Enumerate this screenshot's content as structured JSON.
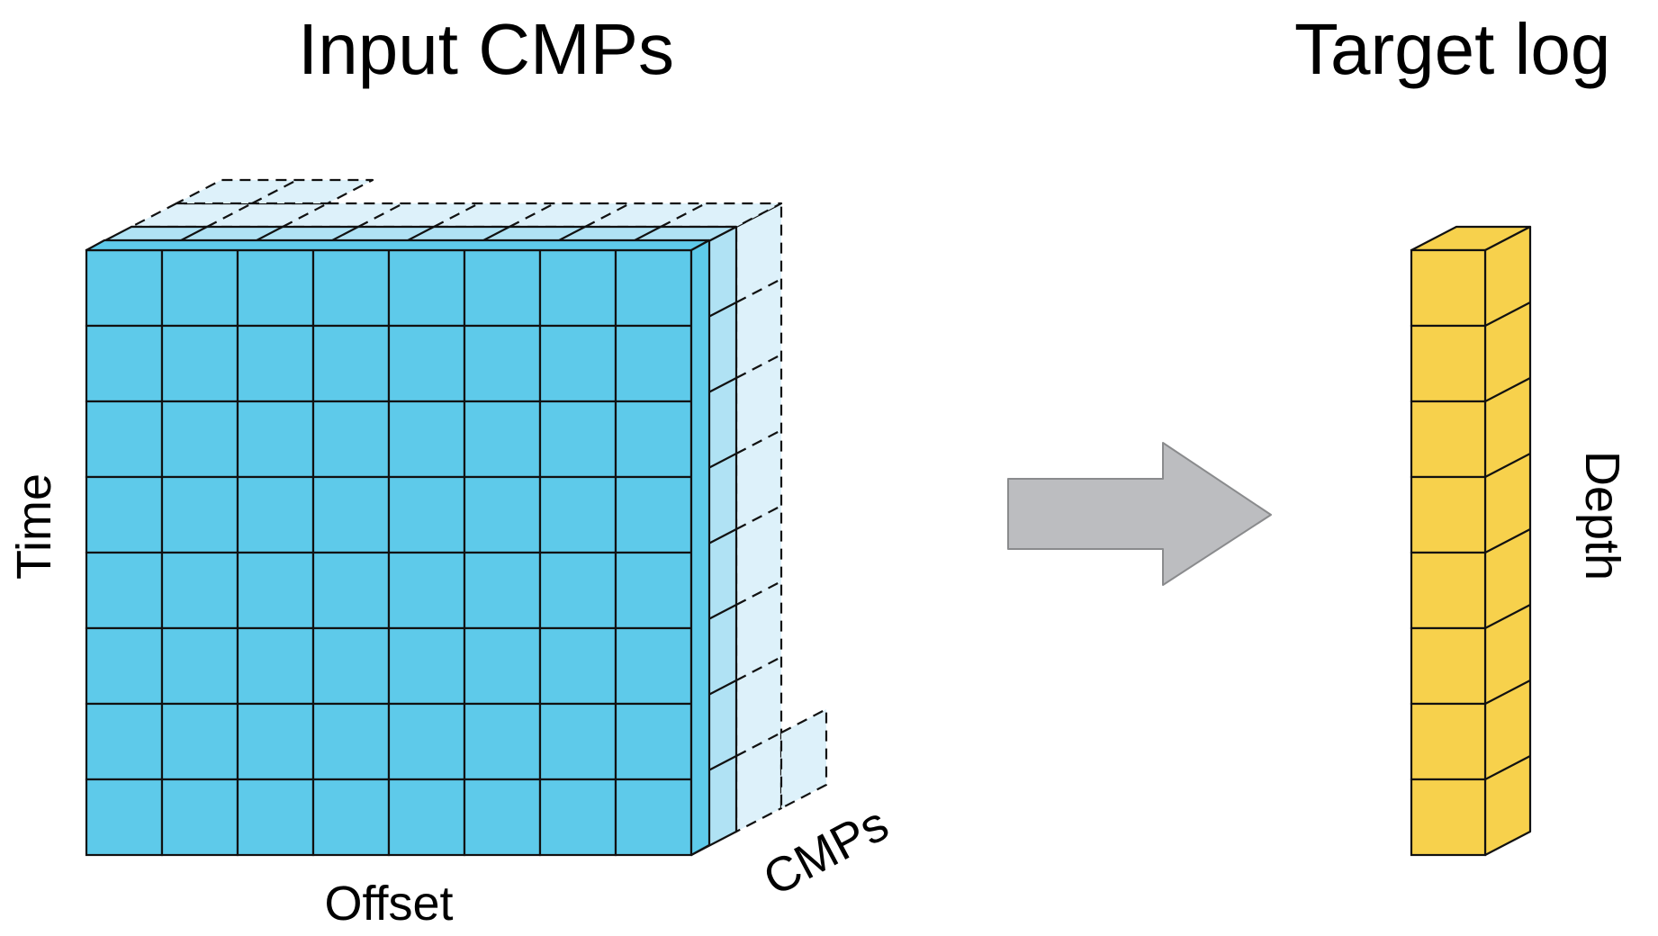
{
  "titles": {
    "left": "Input CMPs",
    "right": "Target log"
  },
  "labels": {
    "time": "Time",
    "offset": "Offset",
    "cmps": "CMPs",
    "depth": "Depth"
  },
  "grid": {
    "rows": 8,
    "cols": 8,
    "depth_layers": 3
  },
  "log": {
    "cells": 8
  },
  "colors": {
    "cube_front": "#5ECAEA",
    "cube_back": "#B0E2F4",
    "cube_ghost": "#DDF1FA",
    "log": "#F7D14C",
    "arrow": "#BCBDC0",
    "arrow_stroke": "#8A8B8D",
    "stroke": "#111111"
  }
}
